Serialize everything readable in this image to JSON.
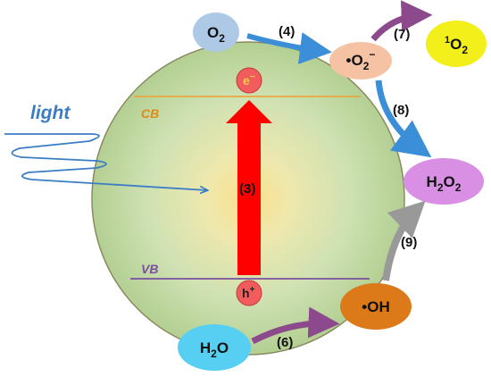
{
  "labels": {
    "light": "light",
    "cb": "CB",
    "vb": "VB",
    "electron_base": "e",
    "electron_sup": "−",
    "hole_base": "h",
    "hole_sup": "+"
  },
  "steps": {
    "s3": "(3)",
    "s4": "(4)",
    "s6": "(6)",
    "s7": "(7)",
    "s8": "(8)",
    "s9": "(9)"
  },
  "species": {
    "o2": {
      "base": "O",
      "sub": "2",
      "color": "#aec9e6"
    },
    "superoxide": {
      "base": "•O",
      "sub": "2",
      "sup": "−",
      "color": "#f5c2a3"
    },
    "singlet_oxygen": {
      "sup": "1",
      "base": "O",
      "sub": "2",
      "color": "#f3ef1a"
    },
    "h2o2": {
      "base1": "H",
      "sub1": "2",
      "base2": "O",
      "sub2": "2",
      "color": "#d98fe4"
    },
    "hydroxyl": {
      "base": "•OH",
      "color": "#dc7a1a"
    },
    "water": {
      "base1": "H",
      "sub1": "2",
      "base2": "O",
      "color": "#56cff2"
    }
  },
  "colors": {
    "sphere_edge": "#8a8a60",
    "sphere_outer": "#b9d49a",
    "sphere_inner": "#f8d37c",
    "cb_line": "#e8a740",
    "vb_line": "#7a4fa0",
    "excitation_arrow": "#ff0000",
    "light_text": "#3b7dc4",
    "blue_arrow": "#3b8fd8",
    "purple_arrow": "#8c4a8c",
    "gray_arrow": "#999999"
  }
}
